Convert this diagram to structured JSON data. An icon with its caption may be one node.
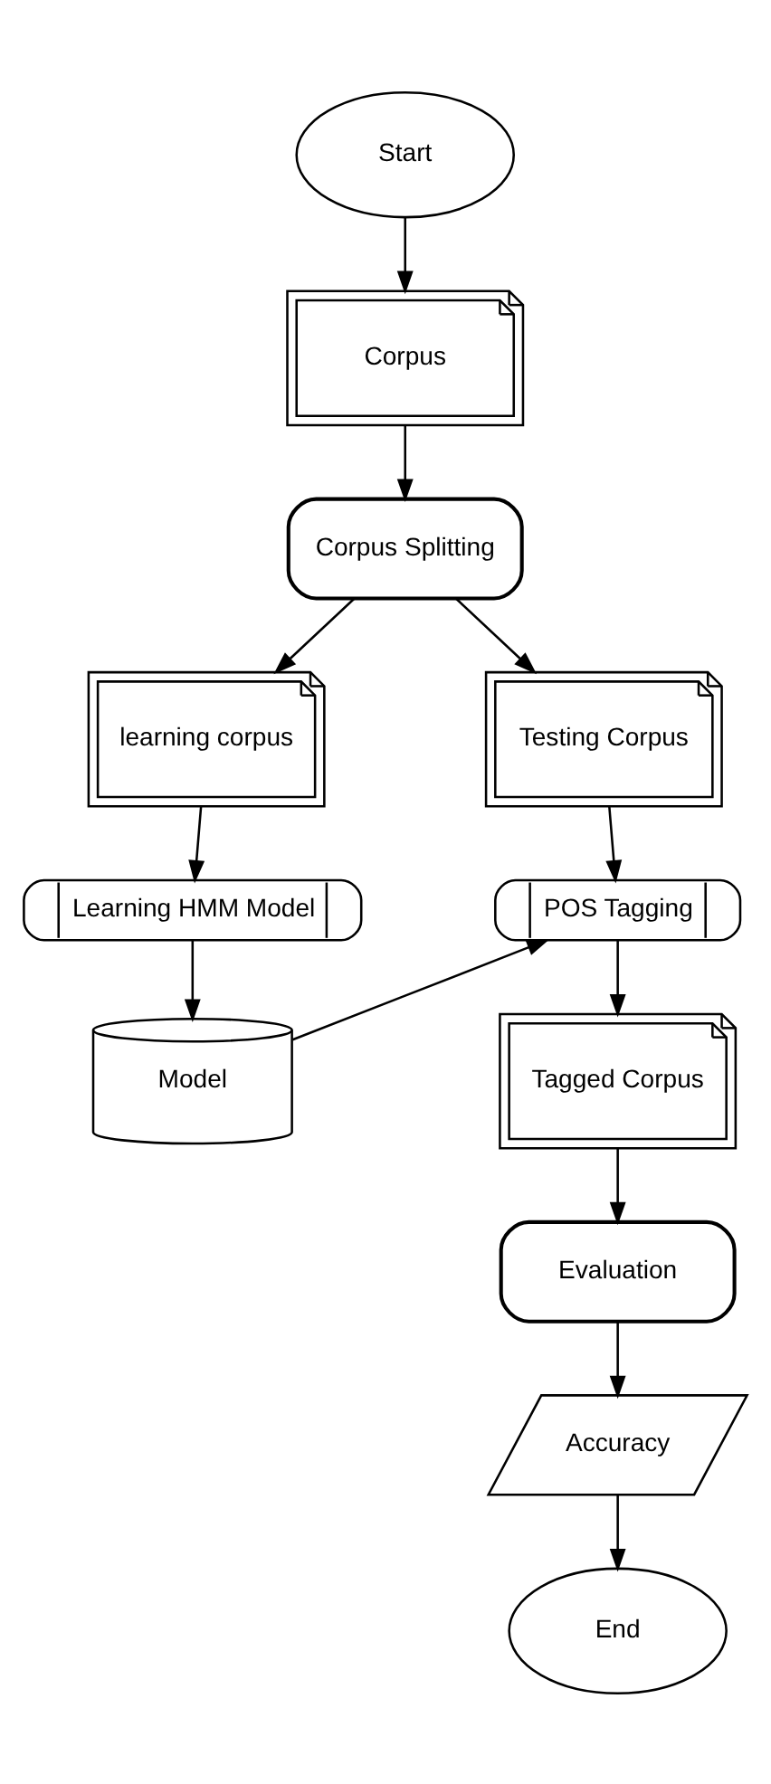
{
  "diagram": {
    "nodes": [
      {
        "text": [
          "Start"
        ]
      },
      {
        "text": [
          "Corpus"
        ]
      },
      {
        "text": [
          "Corpus Splitting"
        ]
      },
      {
        "text": [
          "learning corpus"
        ]
      },
      {
        "text": [
          "Testing Corpus"
        ]
      },
      {
        "text": [
          "Learning HMM Model"
        ]
      },
      {
        "text": [
          "POS Tagging"
        ]
      },
      {
        "text": [
          "Model"
        ]
      },
      {
        "text": [
          "Tagged Corpus"
        ]
      },
      {
        "text": [
          "Evaluation"
        ]
      },
      {
        "text": [
          "Accuracy"
        ]
      },
      {
        "text": [
          "End"
        ]
      }
    ],
    "edges": [
      {
        "from": 0,
        "to": 1,
        "arrow": "to"
      },
      {
        "from": 1,
        "to": 2,
        "arrow": "to"
      },
      {
        "from": 2,
        "to": 3,
        "arrow": "to"
      },
      {
        "from": 2,
        "to": 4,
        "arrow": "to"
      },
      {
        "from": 3,
        "to": 5,
        "arrow": "to"
      },
      {
        "from": 4,
        "to": 6,
        "arrow": "to"
      },
      {
        "from": 5,
        "to": 7,
        "arrow": "to"
      },
      {
        "from": 7,
        "to": 6,
        "arrow": "to"
      },
      {
        "from": 6,
        "to": 8,
        "arrow": "to"
      },
      {
        "from": 8,
        "to": 9,
        "arrow": "to"
      },
      {
        "from": 9,
        "to": 10,
        "arrow": "to"
      },
      {
        "from": 10,
        "to": 11,
        "arrow": "to"
      }
    ]
  }
}
